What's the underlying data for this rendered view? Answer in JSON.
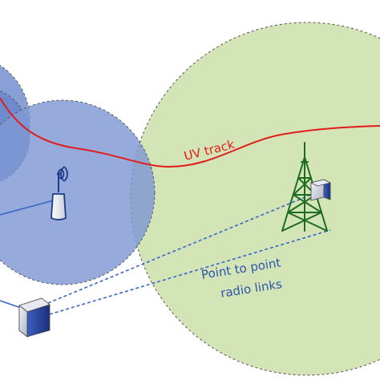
{
  "labels": {
    "uv_track": "UV track",
    "radio_links_line1": "Point to point",
    "radio_links_line2": "radio links"
  },
  "colors": {
    "uv_track": "#e41b1b",
    "radio_link": "#3a66c4",
    "coverage_blue_fill": "#7f98d3",
    "coverage_green_fill": "#d3e4b7",
    "tower": "#1e6b22",
    "label_text": "#2d55ad"
  },
  "icons": [
    "cell-tower-icon",
    "wireless-access-point-icon",
    "radio-unit-icon",
    "base-station-box-icon"
  ]
}
